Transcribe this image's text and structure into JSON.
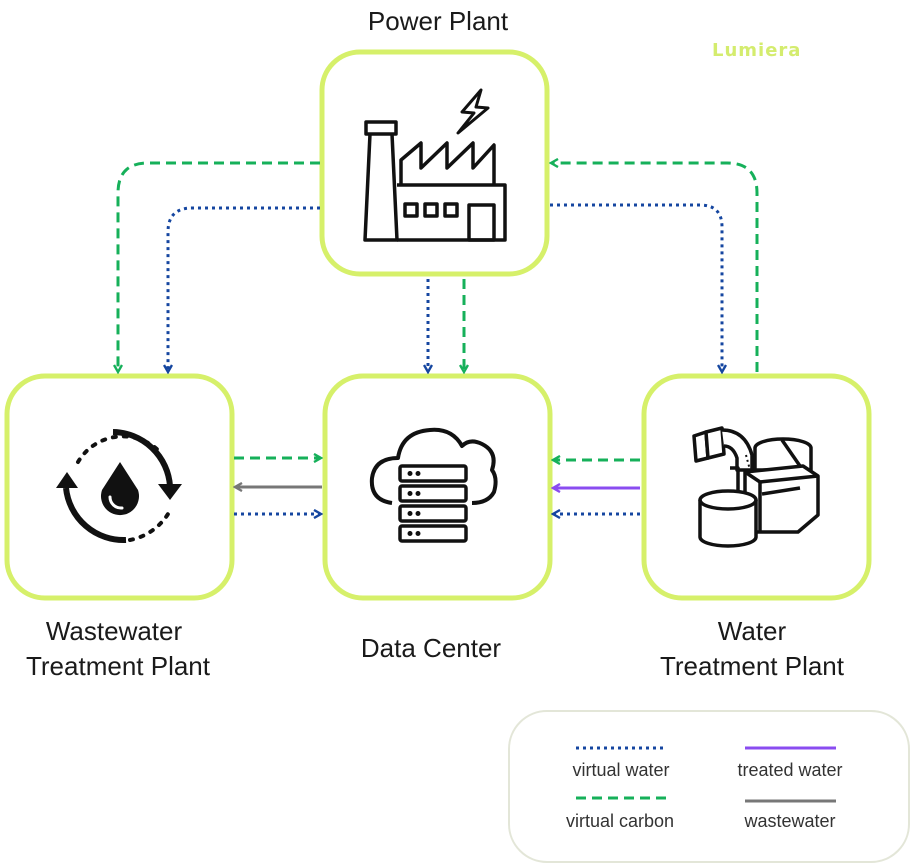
{
  "brand": {
    "name": "Lumiera",
    "color": "#d4ec6e"
  },
  "colors": {
    "node_border": "#d6f06a",
    "virtual_water": "#1546a0",
    "virtual_carbon": "#16b05a",
    "treated_water": "#8a4cf0",
    "wastewater": "#777777",
    "legend_border": "#e3e6d8"
  },
  "nodes": {
    "power_plant": {
      "label": "Power Plant",
      "icon": "factory-icon"
    },
    "wastewater_plant": {
      "label_line1": "Wastewater",
      "label_line2": "Treatment Plant",
      "icon": "water-cycle-icon"
    },
    "data_center": {
      "label": "Data Center",
      "icon": "cloud-server-icon"
    },
    "water_plant": {
      "label_line1": "Water",
      "label_line2": "Treatment Plant",
      "icon": "water-treatment-icon"
    }
  },
  "legend": {
    "virtual_water": "virtual water",
    "virtual_carbon": "virtual carbon",
    "treated_water": "treated water",
    "wastewater": "wastewater"
  }
}
